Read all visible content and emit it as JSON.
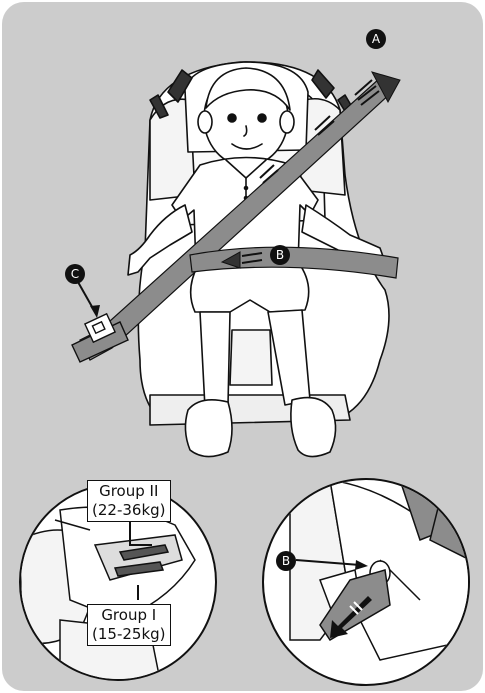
{
  "labels": {
    "a": "A",
    "b_main": "B",
    "b_detail": "B",
    "c": "C"
  },
  "groups": {
    "group_ii_line1": "Group II",
    "group_ii_line2": "(22-36kg)",
    "group_i_line1": "Group I",
    "group_i_line2": "(15-25kg)"
  },
  "colors": {
    "panel_bg": "#cccccc",
    "belt": "#8c8c8c",
    "outline": "#111111"
  },
  "icons": [
    "child-seat-illustration",
    "seat-belt-arrow-icon",
    "buckle-icon"
  ]
}
